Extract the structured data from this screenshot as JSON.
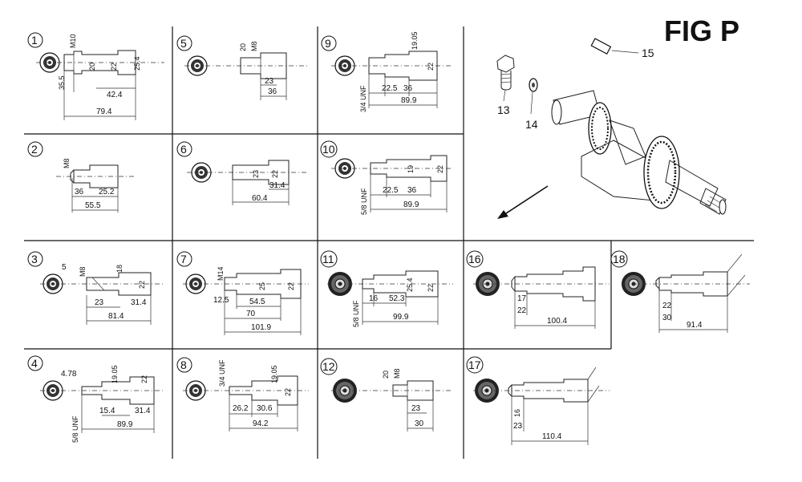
{
  "figure": {
    "title": "FIG P",
    "callouts": {
      "bolt": "13",
      "washer": "14",
      "key": "15"
    }
  },
  "cells": [
    {
      "num": "1",
      "dims": [
        "M10",
        "35.5",
        "20",
        "22",
        "25.4",
        "42.4",
        "79.4"
      ]
    },
    {
      "num": "2",
      "dims": [
        "M8",
        "36",
        "25.2",
        "55.5"
      ]
    },
    {
      "num": "3",
      "dims": [
        "5",
        "M8",
        "18",
        "22",
        "23",
        "31.4",
        "81.4"
      ]
    },
    {
      "num": "4",
      "dims": [
        "4.78",
        "19.05",
        "22",
        "15.4",
        "31.4",
        "5/8 UNF",
        "89.9"
      ]
    },
    {
      "num": "5",
      "dims": [
        "20",
        "M8",
        "23",
        "36"
      ]
    },
    {
      "num": "6",
      "dims": [
        "23",
        "22",
        "31.4",
        "60.4"
      ]
    },
    {
      "num": "7",
      "dims": [
        "M14",
        "12.5",
        "54.5",
        "70",
        "101.9",
        "25",
        "22"
      ]
    },
    {
      "num": "8",
      "dims": [
        "3/4 UNF",
        "19.05",
        "26.2",
        "30.6",
        "22",
        "94.2"
      ]
    },
    {
      "num": "9",
      "dims": [
        "19.05",
        "3/4 UNF",
        "22.5",
        "36",
        "22",
        "89.9"
      ]
    },
    {
      "num": "10",
      "dims": [
        "5/8 UNF",
        "22.5",
        "36",
        "19",
        "22",
        "89.9"
      ]
    },
    {
      "num": "11",
      "dims": [
        "5/8 UNF",
        "16",
        "52.3",
        "25.4",
        "22",
        "99.9"
      ]
    },
    {
      "num": "12",
      "dims": [
        "20",
        "M8",
        "23",
        "30"
      ]
    },
    {
      "num": "16",
      "dims": [
        "17",
        "22",
        "100.4"
      ]
    },
    {
      "num": "17",
      "dims": [
        "16",
        "23",
        "110.4"
      ]
    },
    {
      "num": "18",
      "dims": [
        "22",
        "30",
        "91.4"
      ]
    }
  ]
}
